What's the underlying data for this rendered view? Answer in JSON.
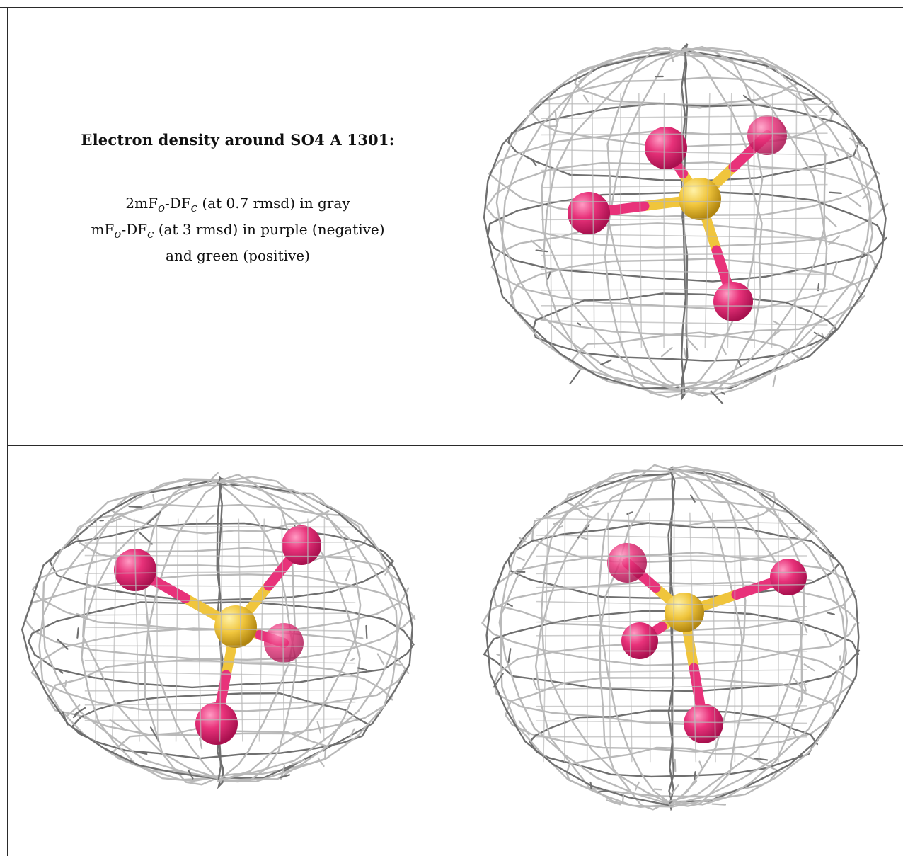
{
  "caption": {
    "title": "Electron density around SO4 A 1301:",
    "map_2fofc": {
      "prefix": "2mF",
      "sub_o": "o",
      "mid": "-DF",
      "sub_c": "c",
      "suffix": " (at 0.7 rmsd) in gray"
    },
    "map_fofc": {
      "prefix": "mF",
      "sub_o": "o",
      "mid": "-DF",
      "sub_c": "c",
      "suffix": " (at 3 rmsd) in purple (negative)"
    },
    "map_fofc_cont": "and green (positive)"
  },
  "colors": {
    "mesh": "#b9b9b9",
    "mesh_dark": "#6f6f6f",
    "oxygen": "#e8327a",
    "sulfur": "#f0c53c"
  },
  "panels": [
    {
      "name": "view-1",
      "molecule": "SO4",
      "chain": "A",
      "residue": "1301"
    },
    {
      "name": "view-2",
      "molecule": "SO4",
      "chain": "A",
      "residue": "1301"
    },
    {
      "name": "view-3",
      "molecule": "SO4",
      "chain": "A",
      "residue": "1301"
    }
  ]
}
